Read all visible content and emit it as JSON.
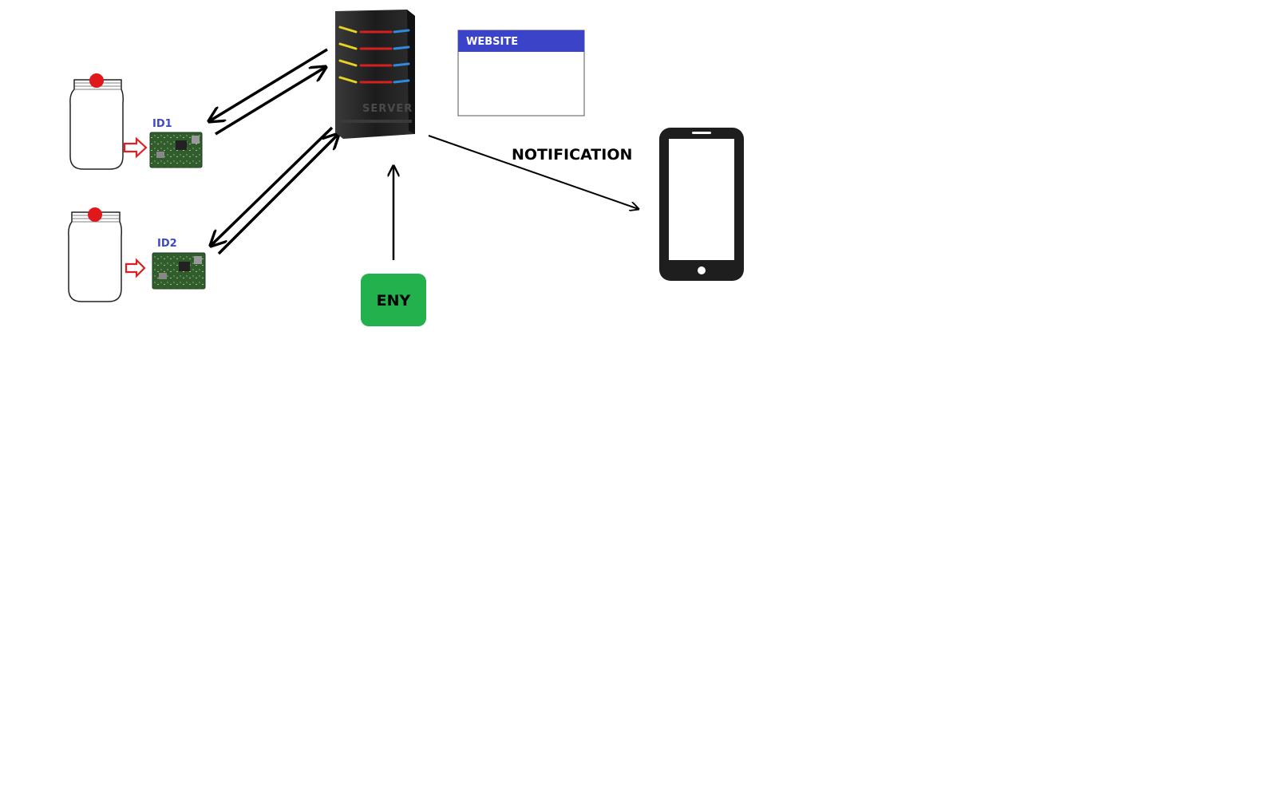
{
  "devices": [
    {
      "id_label": "ID1"
    },
    {
      "id_label": "ID2"
    }
  ],
  "server": {
    "label": "SERVER"
  },
  "website": {
    "label": "WEBSITE"
  },
  "eny": {
    "label": "ENY"
  },
  "notification": {
    "label": "NOTIFICATION"
  },
  "colors": {
    "website_header": "#3b44c8",
    "eny_box": "#22b14c",
    "id_label": "#3f48cc",
    "jar_lid_dot": "#e0181b",
    "small_arrow": "#e02020",
    "board": "#2f5d2f",
    "server_body": "#2a2a2a",
    "phone": "#1e1e1e"
  },
  "icons": {
    "jar": "jar-icon",
    "board": "circuit-board-icon",
    "server": "server-tower-icon",
    "phone": "smartphone-icon"
  }
}
